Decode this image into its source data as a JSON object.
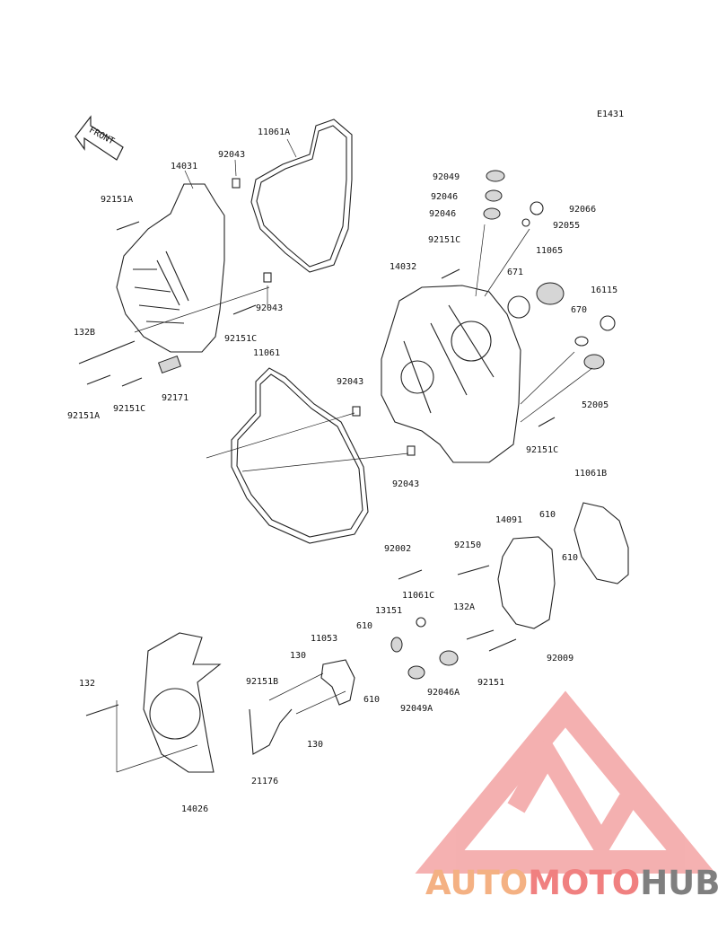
{
  "diagram_code": "E1431",
  "front_label": "FRONT",
  "labels": {
    "p11061A": "11061A",
    "p92043a": "92043",
    "p14031": "14031",
    "p92151A": "92151A",
    "p92043b": "92043",
    "p92151Ca": "92151C",
    "p132B": "132B",
    "p92151A2": "92151A",
    "p92151C2": "92151C",
    "p92171": "92171",
    "p11061": "11061",
    "p92043c": "92043",
    "p92043d": "92043",
    "p92049": "92049",
    "p92046a": "92046",
    "p92046b": "92046",
    "p92066": "92066",
    "p92055": "92055",
    "p92151Cb": "92151C",
    "p14032": "14032",
    "p671": "671",
    "p11065": "11065",
    "p16115": "16115",
    "p670": "670",
    "p52005": "52005",
    "p92151Cc": "92151C",
    "p11061B": "11061B",
    "p14091": "14091",
    "p610a": "610",
    "p610b": "610",
    "p92002": "92002",
    "p92150": "92150",
    "p11061C": "11061C",
    "p13151": "13151",
    "p132A": "132A",
    "p11053": "11053",
    "p610c": "610",
    "p130a": "130",
    "p92151B": "92151B",
    "p610d": "610",
    "p130b": "130",
    "p92049A": "92049A",
    "p92046A": "92046A",
    "p92151": "92151",
    "p92009": "92009",
    "p132": "132",
    "p21176": "21176",
    "p14026": "14026"
  },
  "watermark": {
    "part1": "AUTO",
    "part2": "MOTO",
    "part3": "HUB",
    "color1": "#f4b183",
    "color2": "#f08080",
    "color3": "#7f7f7f"
  }
}
